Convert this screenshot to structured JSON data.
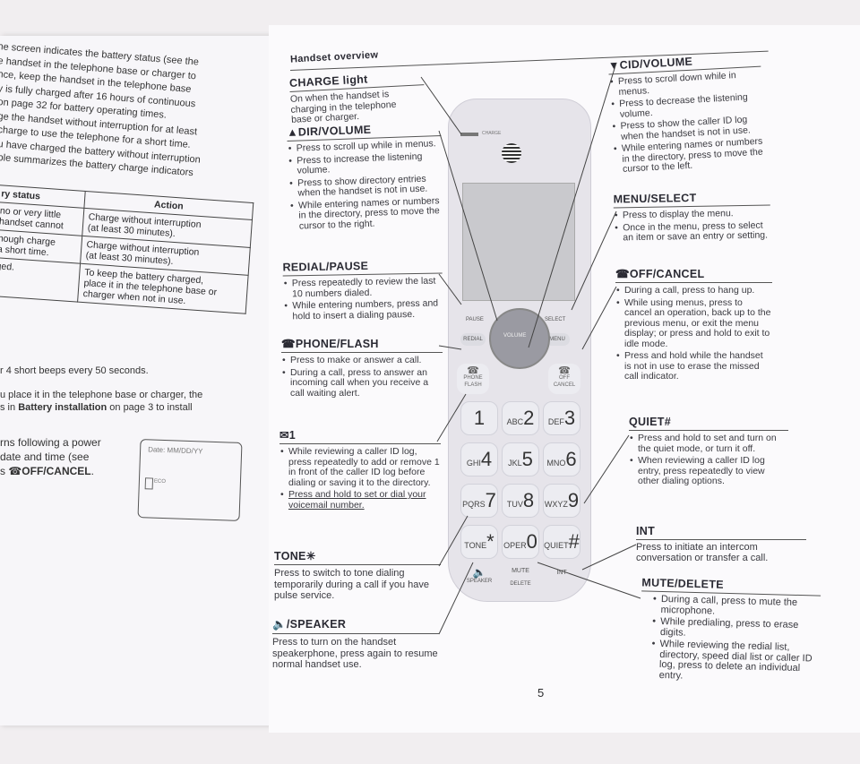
{
  "left": {
    "intro_lines": [
      "he screen indicates the battery status (see the",
      "e handset in the telephone base or charger to",
      "nce, keep the handset in the telephone base",
      "y is fully charged after 16 hours of continuous",
      "on page 32 for battery operating times.",
      "ge the handset without interruption for at least",
      " charge to use the telephone for a short time.",
      "u have charged the battery without interruption",
      "ble summarizes the battery charge indicators"
    ],
    "table": {
      "col1_header": "ry status",
      "col2_header": "Action",
      "rows": [
        {
          "status": "no or very little\nhandset cannot",
          "action": "Charge without interruption\n(at least 30 minutes)."
        },
        {
          "status": "nough charge\n a short time.",
          "action": "Charge without interruption\n(at least 30 minutes)."
        },
        {
          "status": "ged.",
          "action": "To keep the battery charged,\nplace it in the telephone base or\ncharger when not in use."
        }
      ]
    },
    "beeps": "r 4 short beeps every 50 seconds.",
    "place_line1": "u place it in the telephone base or charger, the",
    "place_line2_pre": "s in ",
    "place_line2_bold": "Battery installation",
    "place_line2_post": " on page 3 to install",
    "power_line1": "rns following a power",
    "power_line2": " date and time (see",
    "power_line3_pre": "s ",
    "power_line3_bold": "OFF/CANCEL",
    "power_line3_post": ".",
    "screen_date": "Date: MM/DD/YY",
    "screen_eco": "ECO"
  },
  "overview": {
    "title": "Handset overview",
    "charge_light": {
      "title": "CHARGE light",
      "desc": "On when the handset is charging in the telephone base or charger."
    },
    "dir_volume": {
      "title": "DIR/VOLUME",
      "items": [
        "Press to scroll up while in menus.",
        "Press to increase the listening volume.",
        "Press to show directory entries when the handset is not in use.",
        "While entering names or numbers in the directory, press to move the cursor to the right."
      ]
    },
    "redial_pause": {
      "title": "REDIAL/PAUSE",
      "items": [
        "Press repeatedly to review the last 10 numbers dialed.",
        "While entering numbers, press and hold to insert a dialing pause."
      ]
    },
    "phone_flash": {
      "title": "PHONE/FLASH",
      "items": [
        "Press to make or answer a call.",
        "During a call, press to answer an incoming call when you receive a call waiting alert."
      ]
    },
    "one_key": {
      "title": "1",
      "items": [
        "While reviewing a caller ID log, press repeatedly to add or remove 1 in front of the caller ID log before dialing or saving it to the directory.",
        "Press and hold to set or dial your voicemail number."
      ]
    },
    "tone": {
      "title": "TONE",
      "desc": "Press to switch to tone dialing temporarily during a call if you have pulse service."
    },
    "speaker": {
      "title": "/SPEAKER",
      "desc": "Press to turn on the handset speakerphone, press again to resume normal handset use."
    },
    "cid_volume": {
      "title": "CID/VOLUME",
      "items": [
        "Press to scroll down while in menus.",
        "Press to decrease the listening volume.",
        "Press to show the caller ID log when the handset is not in use.",
        "While entering names or numbers in the directory, press to move the cursor to the left."
      ]
    },
    "menu_select": {
      "title": "MENU/SELECT",
      "items": [
        "Press to display the menu.",
        "Once in the menu, press to select an item or save an entry or setting."
      ]
    },
    "off_cancel": {
      "title": "OFF/CANCEL",
      "items": [
        "During a call, press to hang up.",
        "While using menus, press to cancel an operation, back up to the previous menu, or exit the menu display; or press and hold to exit to idle mode.",
        "Press and hold while the handset is not in use to erase the missed call indicator."
      ]
    },
    "quiet": {
      "title": "QUIET#",
      "items": [
        "Press and hold to set and turn on the quiet mode, or turn it off.",
        "When reviewing a caller ID log entry, press repeatedly to view other dialing options."
      ]
    },
    "int": {
      "title": "INT",
      "desc": "Press to initiate an intercom conversation or transfer a call."
    },
    "mute_delete": {
      "title": "MUTE/DELETE",
      "items": [
        "During a call, press to mute the microphone.",
        "While predialing, press to erase digits.",
        "While reviewing the redial list, directory, speed dial list or caller ID log, press to delete an individual entry."
      ]
    },
    "page_number": "5"
  },
  "phone": {
    "charge_label": "CHARGE",
    "pause_label": "PAUSE",
    "redial_label": "REDIAL",
    "select_label": "SELECT",
    "menu_label": "MENU",
    "volume_label": "VOLUME",
    "phone_label": "PHONE",
    "flash_label": "FLASH",
    "off_label": "OFF",
    "cancel_label": "CANCEL",
    "keys": [
      {
        "letters": "",
        "digit": "1"
      },
      {
        "letters": "ABC",
        "digit": "2"
      },
      {
        "letters": "DEF",
        "digit": "3"
      },
      {
        "letters": "GHI",
        "digit": "4"
      },
      {
        "letters": "JKL",
        "digit": "5"
      },
      {
        "letters": "MNO",
        "digit": "6"
      },
      {
        "letters": "PQRS",
        "digit": "7"
      },
      {
        "letters": "TUV",
        "digit": "8"
      },
      {
        "letters": "WXYZ",
        "digit": "9"
      },
      {
        "letters": "TONE",
        "digit": "*"
      },
      {
        "letters": "OPER",
        "digit": "0"
      },
      {
        "letters": "QUIET",
        "digit": "#"
      }
    ],
    "speaker_label": "SPEAKER",
    "mute_label": "MUTE",
    "delete_label": "DELETE",
    "int_label": "INT",
    "colors": {
      "body": "#e6e4ea",
      "screen": "#c9c9cd",
      "nav": "#9a9aa2"
    }
  }
}
